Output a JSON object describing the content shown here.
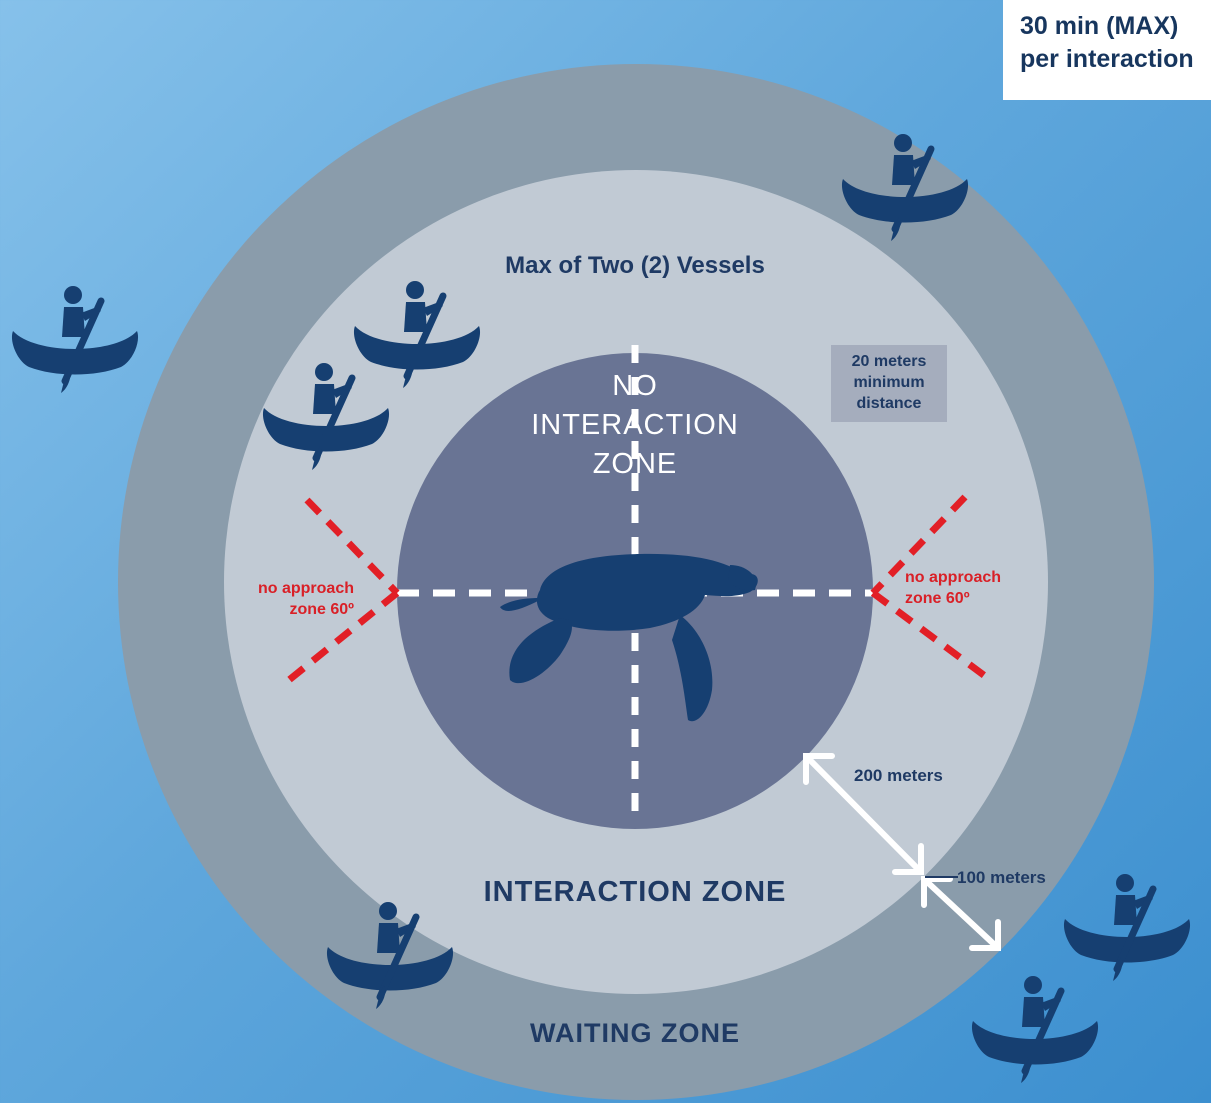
{
  "time_box": {
    "line1": "30 min (MAX)",
    "line2": "per interaction"
  },
  "labels": {
    "max_vessels": "Max of Two (2) Vessels",
    "min_distance": {
      "line1": "20 meters",
      "line2": "minimum",
      "line3": "distance"
    },
    "no_interaction_zone": {
      "line1": "NO",
      "line2": "INTERACTION",
      "line3": "ZONE"
    },
    "interaction_zone": "INTERACTION ZONE",
    "waiting_zone": "WAITING ZONE",
    "no_approach_left": {
      "line1": "no approach",
      "line2": "zone 60º"
    },
    "no_approach_right": {
      "line1": "no approach",
      "line2": "zone 60º"
    },
    "distance_200": "200 meters",
    "distance_100": "100 meters"
  },
  "colors": {
    "waiting_ring": "#8a9cab",
    "interaction_ring": "#c1cad4",
    "no_interaction_core": "#697494",
    "turtle": "#163f71",
    "canoe": "#163f71",
    "no_approach_lines": "#e21f26",
    "dashed_axes": "#ffffff",
    "label_navy": "#1f3a64"
  },
  "icons": {
    "canoe": "canoe-paddler-icon",
    "turtle": "sea-turtle-icon",
    "arrow": "double-arrow-icon"
  }
}
